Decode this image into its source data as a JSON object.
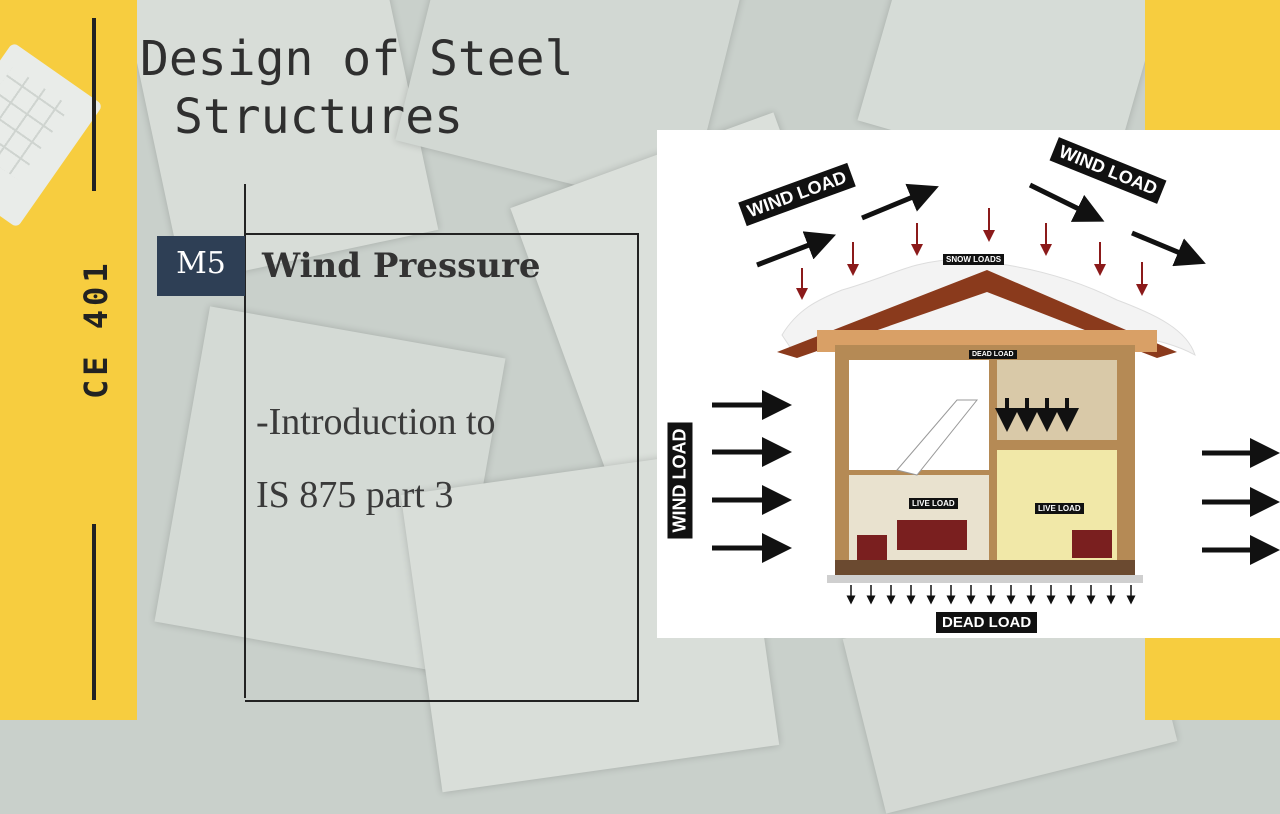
{
  "course_code": "CE 401",
  "title_line1": "Design of Steel",
  "title_line2": "Structures",
  "module_badge": "M5",
  "topic": "Wind Pressure",
  "subtitle_line1": "-Introduction to",
  "subtitle_line2": "IS 875 part 3",
  "diagram": {
    "wind_load_top_left": "WIND LOAD",
    "wind_load_top_right": "WIND LOAD",
    "wind_load_side": "WIND LOAD",
    "snow_loads": "SNOW LOADS",
    "dead_load_roof": "DEAD LOAD",
    "live_load_left": "LIVE LOAD",
    "live_load_right": "LIVE LOAD",
    "dead_load_bottom": "DEAD LOAD"
  },
  "colors": {
    "accent_yellow": "#f7cd3f",
    "badge_navy": "#2e3f55",
    "snow_arrow_red": "#8b1a1a"
  }
}
